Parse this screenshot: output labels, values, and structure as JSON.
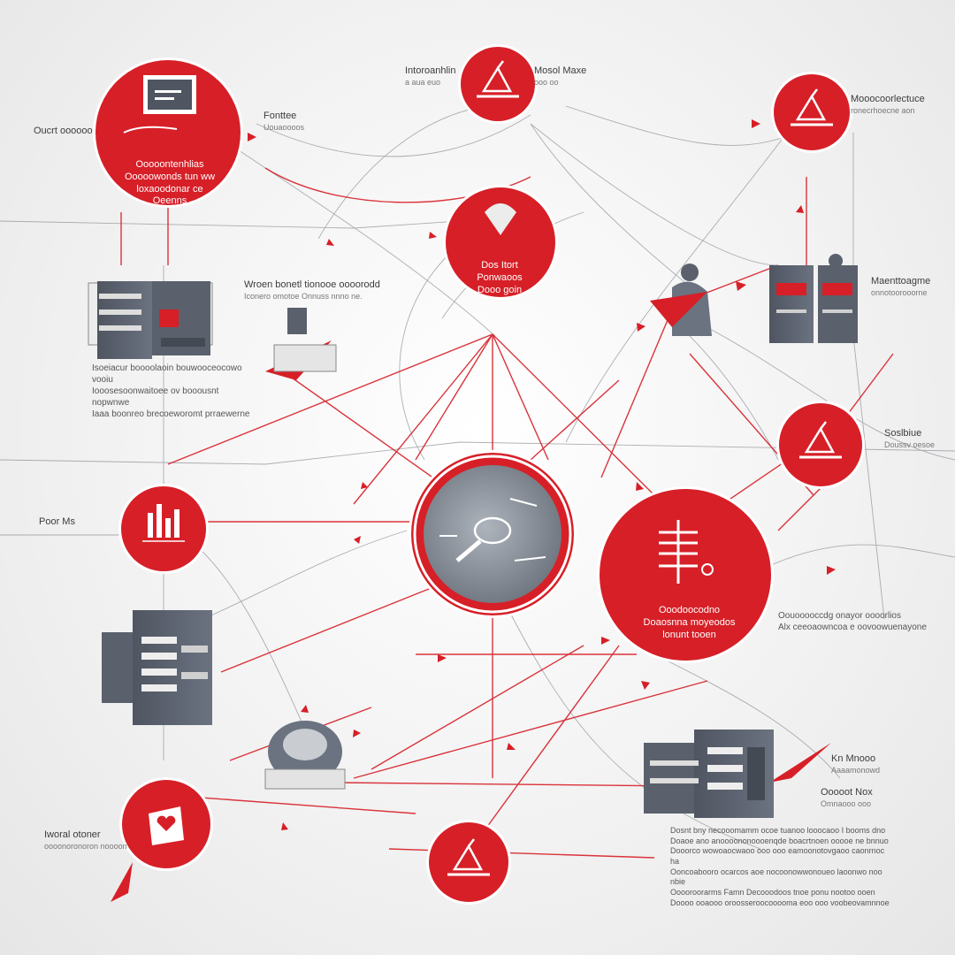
{
  "palette": {
    "accent": "#d71f27",
    "slate": "#5d6470",
    "light": "#f2f2f2"
  },
  "nodes": [
    {
      "id": "monitor",
      "icon": "monitor-icon",
      "label": [
        "Ooooontenhlias",
        "Ooooowonds tun ww",
        "loxaoodonar ce",
        "Oeenns"
      ]
    },
    {
      "id": "ship",
      "icon": "ship-icon"
    },
    {
      "id": "stage",
      "icon": "stage-icon"
    },
    {
      "id": "pin",
      "icon": "pin-icon",
      "label": [
        "Dos Itort",
        "Ponwaoos",
        "Dooo goin"
      ]
    },
    {
      "id": "bar-chart",
      "icon": "bar-chart-icon"
    },
    {
      "id": "hub",
      "icon": "globe-icon"
    },
    {
      "id": "data-tower",
      "icon": "tower-icon",
      "label": [
        "Ooodoocodno",
        "Doaosnna moyeodos",
        "lonunt tooen"
      ]
    },
    {
      "id": "rowing",
      "icon": "rowing-icon"
    },
    {
      "id": "heart-box",
      "icon": "heart-box-icon"
    },
    {
      "id": "skier",
      "icon": "skier-icon"
    }
  ],
  "labels": {
    "top_ship": {
      "title": "Intoroanhlin",
      "sub": "a aua euo"
    },
    "top_ship_right": {
      "title": "Mosol Maxe",
      "sub": "ooo oo"
    },
    "monitor_left": {
      "title": "Oucrt oooooo",
      "sub": ""
    },
    "monitor_right": {
      "title": "Fonttee",
      "sub": "Uouaoooos"
    },
    "stage_right": {
      "title": "Mooocoorlectuce",
      "sub": "ronecrhoecne aon"
    },
    "server_cluster": {
      "title": "Wroen bonetl tionooe oooorodd",
      "sub": "Iconero omotoe Onnuss nnno ne."
    },
    "server_left": {
      "lines": [
        "Isoeiacur boooolaoin bouwooceocowo vooiu",
        "Iooosesoonwaitoee ov booousnt nopwnwe",
        "Iaaa boonreo brecoeworomt prraewerne"
      ]
    },
    "dna_right": {
      "title": "Maenttoagme",
      "sub": "onnotoorooorne"
    },
    "rowing_right": {
      "title": "Soslbiue",
      "sub": "Doussv oesoe"
    },
    "bar_left": {
      "title": "Poor Ms",
      "sub": ""
    },
    "tower_right": {
      "lines": [
        "Oouooooccdg onayor oooorlios",
        "Alx ceeoaowncoa e oovoowuenayone"
      ]
    },
    "server_right": {
      "title": "Kn Mnooo",
      "sub": "Aaaamonowd"
    },
    "server_right2": {
      "title": "Ooooot Nox",
      "sub": "Omnaooo ooo"
    },
    "bottom_para": {
      "lines": [
        "Dosnt bny necooomamm ocoe tuanoo looocaoo I booms dno",
        "Doaoe ano anoooononoooenqde boacrtnoen ooooe ne bnnuo",
        "Dooorco wowoaocwaoo ooo ooo eamoonotovgaoo caonrnoc ha",
        "Ooncoabooro ocarcos aoe nocoonowwonoueo laoonwo noo nbie",
        "Ooooroorarms Famn Decooodoos tnoe ponu nootoo ooen",
        "Doooo ooaooo oroosseroocooooma eoo ooo voobeovamnnoe"
      ]
    },
    "heart_left": {
      "title": "Iworal otoner",
      "sub": "oooonoronoron noooon"
    }
  }
}
